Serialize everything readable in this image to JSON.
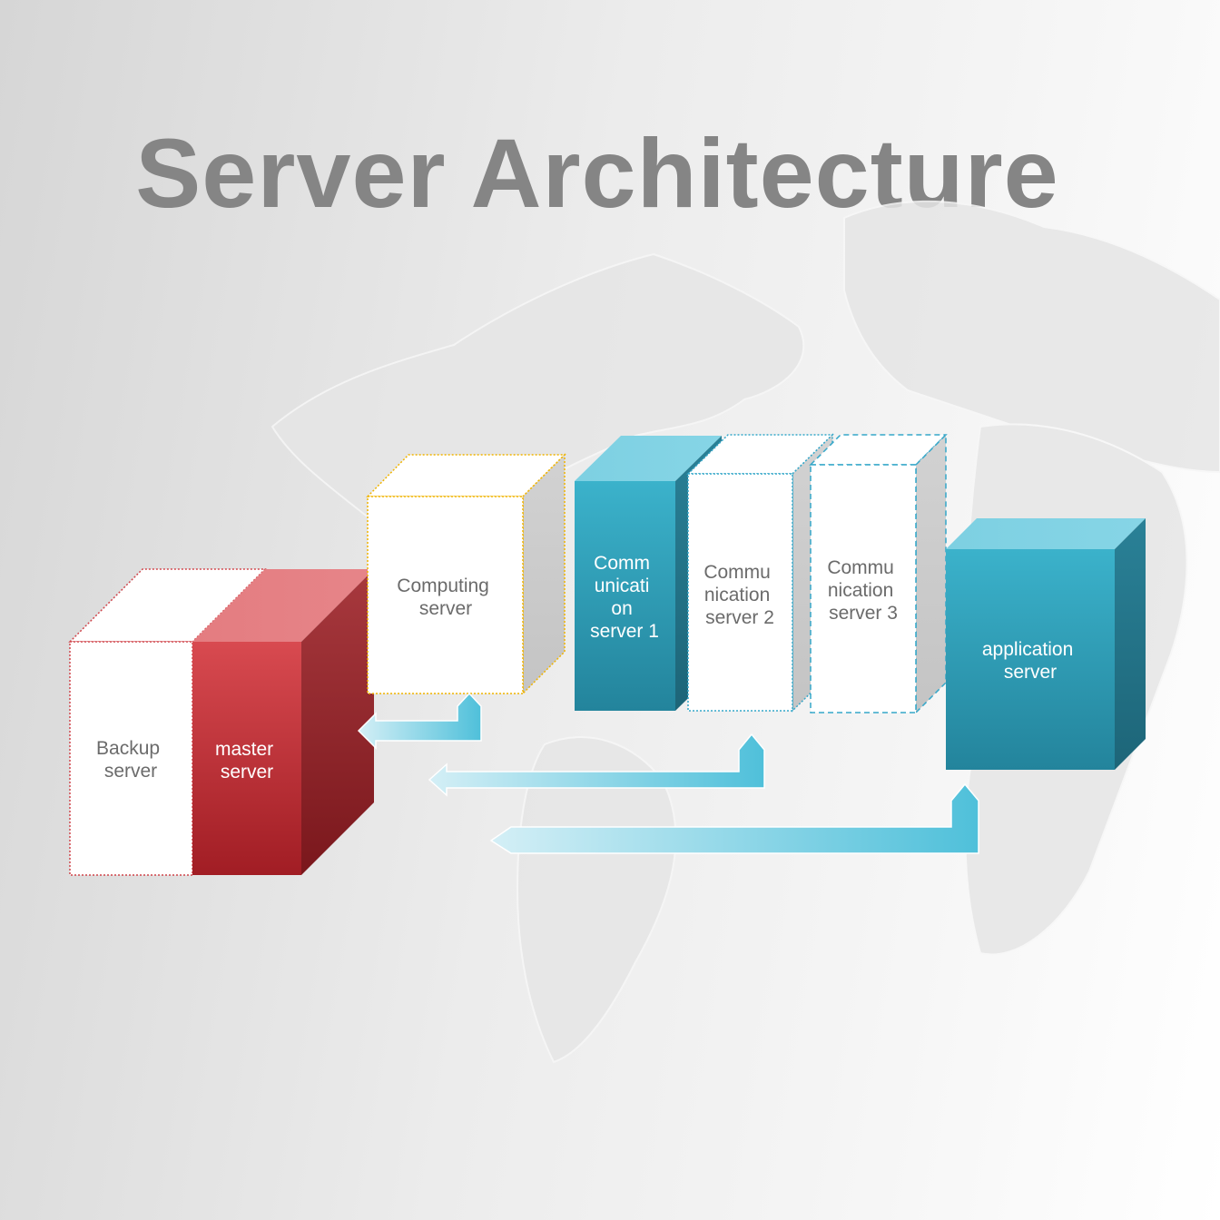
{
  "title": "Server Architecture",
  "servers": {
    "backup": [
      "Backup",
      "server"
    ],
    "master": [
      "master",
      "server"
    ],
    "computing": [
      "Computing",
      "server"
    ],
    "comm1": [
      "Comm",
      "unicati",
      "on",
      "server 1"
    ],
    "comm2": [
      "Commu",
      "nication",
      "server 2"
    ],
    "comm3": [
      "Commu",
      "nication",
      "server 3"
    ],
    "application": [
      "application",
      "server"
    ]
  },
  "colors": {
    "title": "#858585",
    "master": "#b82a30",
    "teal": "#2e9db5",
    "arrow": "#5cc6de",
    "backup_outline": "#d0454b",
    "computing_outline": "#f0b400",
    "comm_outline": "#35a7c9"
  }
}
